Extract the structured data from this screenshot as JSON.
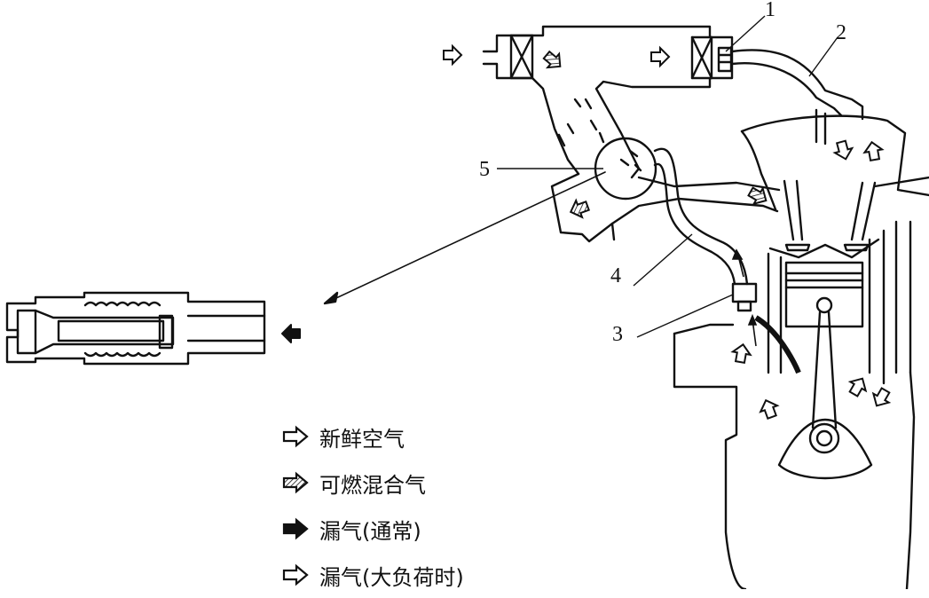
{
  "callouts": {
    "c1": "1",
    "c2": "2",
    "c3": "3",
    "c4": "4",
    "c5": "5"
  },
  "legend": {
    "fresh_air": "新鲜空气",
    "mixture": "可燃混合气",
    "blowby_normal": "漏气(通常)",
    "blowby_heavy": "漏气(大负荷时)"
  },
  "icons": {
    "fresh_air": "hollow-arrow-icon",
    "mixture": "hatched-arrow-icon",
    "blowby_normal": "solid-arrow-icon",
    "blowby_heavy": "hollow-arrow-icon"
  },
  "colors": {
    "line": "#111111",
    "background": "#ffffff"
  }
}
